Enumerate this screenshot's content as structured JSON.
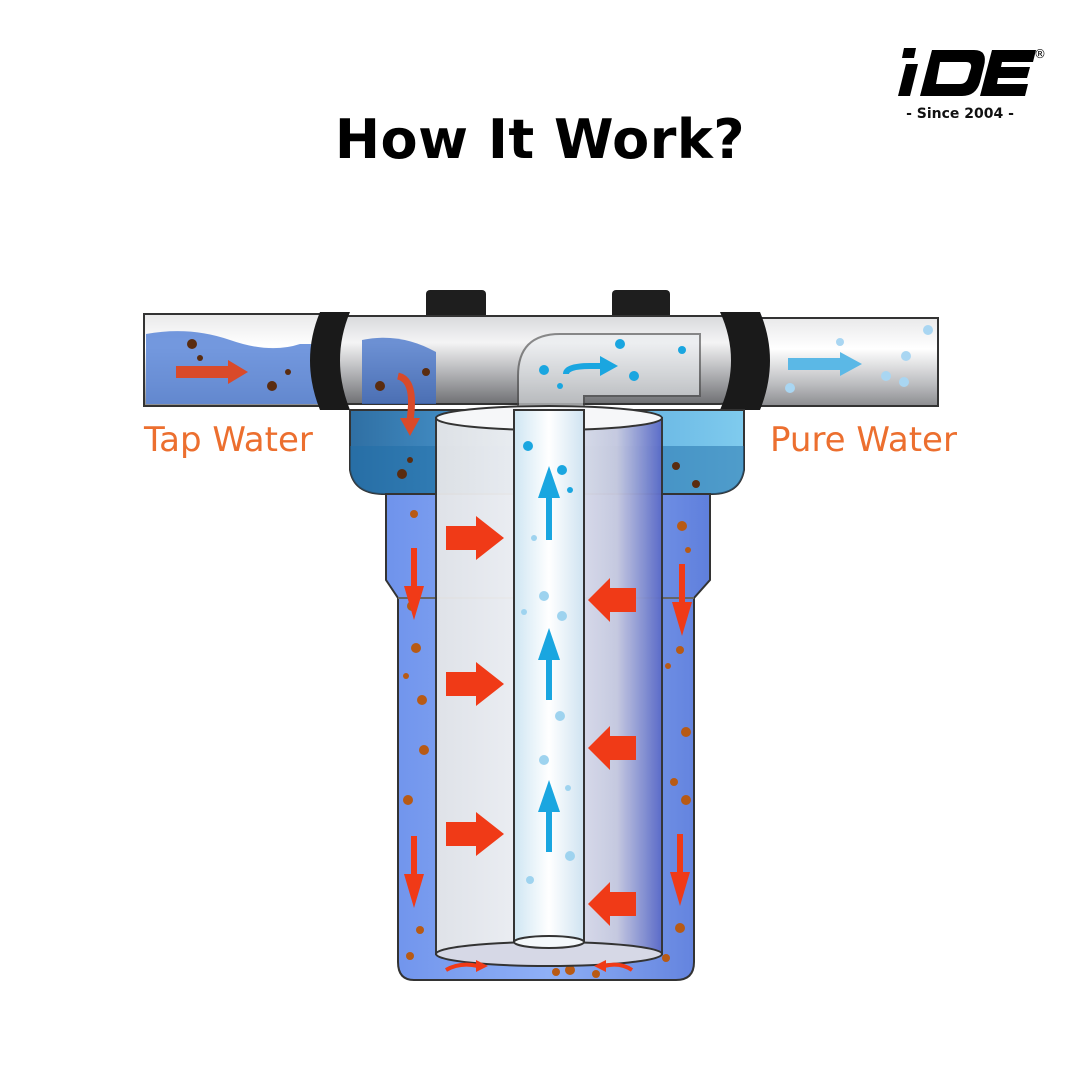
{
  "title": "How It Work?",
  "brand": {
    "name": "IDE",
    "registered": "®",
    "tagline": "- Since 2004 -"
  },
  "labels": {
    "inlet": "Tap Water",
    "outlet": "Pure Water"
  },
  "colors": {
    "label_orange": "#ec6f2f",
    "flow_arrow_red": "#f03a17",
    "clean_arrow_blue": "#1aa6e0",
    "water_blue": "#7e9ef0",
    "contaminant_brown": "#b85a14"
  },
  "icons": [
    "inflow-arrow-icon",
    "outflow-arrow-icon",
    "filter-flow-arrow-icon",
    "clean-water-arrow-icon"
  ]
}
